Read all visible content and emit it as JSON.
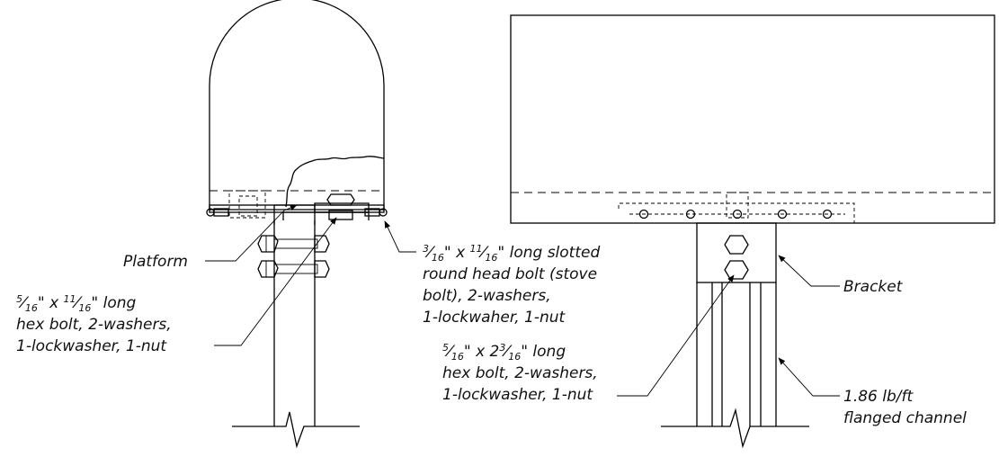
{
  "labels": {
    "platform": "Platform",
    "bolt_5_16_short": {
      "size_num": "5",
      "size_den": "16",
      "length_num": "11",
      "length_den": "16",
      "line1_tail": " long",
      "line2": "hex bolt, 2-washers,",
      "line3": "1-lockwasher, 1-nut"
    },
    "stove_bolt": {
      "size_num": "3",
      "size_den": "16",
      "length_num": "11",
      "length_den": "16",
      "line1_tail": " long slotted",
      "line2": "round head bolt (stove",
      "line3": "bolt), 2-washers,",
      "line4": "1-lockwaher, 1-nut"
    },
    "bracket": "Bracket",
    "bolt_5_16_long": {
      "size_num": "5",
      "size_den": "16",
      "length_whole": "2",
      "length_num": "3",
      "length_den": "16",
      "line1_tail": " long",
      "line2": "hex bolt, 2-washers,",
      "line3": "1-lockwasher, 1-nut"
    },
    "channel": {
      "line1": "1.86 lb/ft",
      "line2": "flanged channel"
    }
  }
}
